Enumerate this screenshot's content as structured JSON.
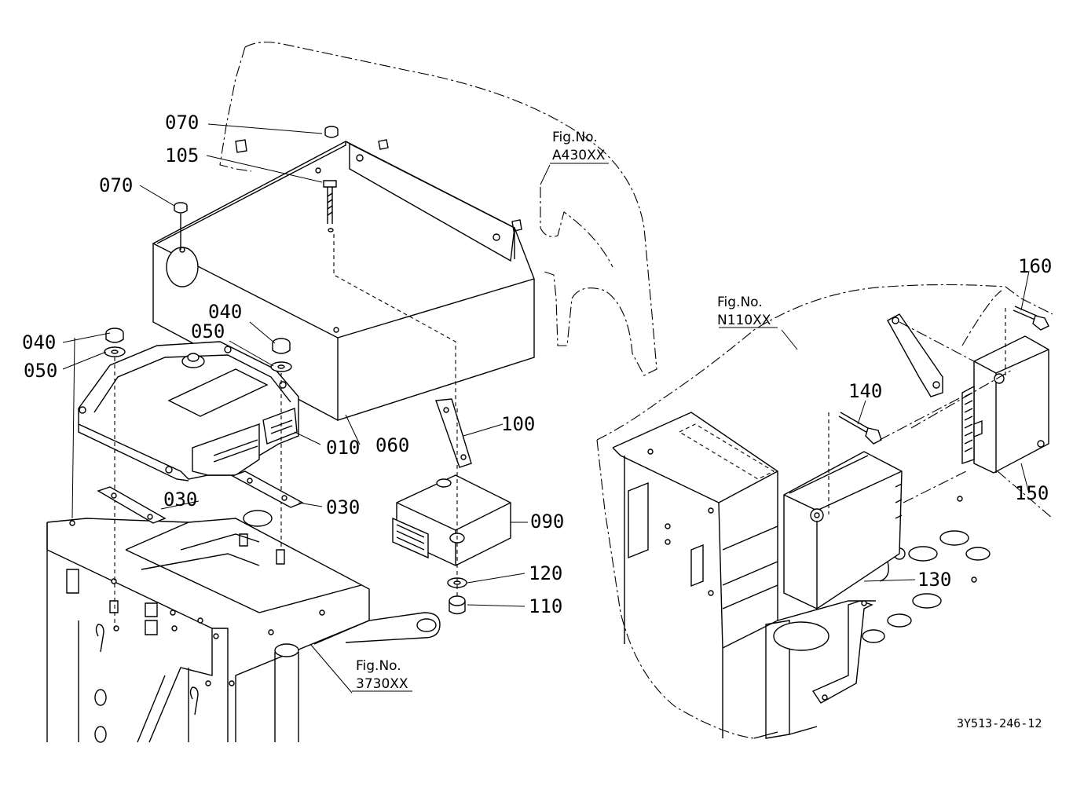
{
  "parts": [
    {
      "id": "p010",
      "num": "010"
    },
    {
      "id": "p030a",
      "num": "030"
    },
    {
      "id": "p030b",
      "num": "030"
    },
    {
      "id": "p040a",
      "num": "040"
    },
    {
      "id": "p040b",
      "num": "040"
    },
    {
      "id": "p050a",
      "num": "050"
    },
    {
      "id": "p050b",
      "num": "050"
    },
    {
      "id": "p060",
      "num": "060"
    },
    {
      "id": "p070a",
      "num": "070"
    },
    {
      "id": "p070b",
      "num": "070"
    },
    {
      "id": "p090",
      "num": "090"
    },
    {
      "id": "p100",
      "num": "100"
    },
    {
      "id": "p105",
      "num": "105"
    },
    {
      "id": "p110",
      "num": "110"
    },
    {
      "id": "p120",
      "num": "120"
    },
    {
      "id": "p130",
      "num": "130"
    },
    {
      "id": "p140",
      "num": "140"
    },
    {
      "id": "p150",
      "num": "150"
    },
    {
      "id": "p160",
      "num": "160"
    }
  ],
  "figure_refs": [
    {
      "id": "figA430",
      "caption": "Fig.No.",
      "code": "A430XX"
    },
    {
      "id": "figN110",
      "caption": "Fig.No.",
      "code": "N110XX"
    },
    {
      "id": "fig3730",
      "caption": "Fig.No.",
      "code": "3730XX"
    }
  ],
  "drawing_code": "3Y513-246-12"
}
